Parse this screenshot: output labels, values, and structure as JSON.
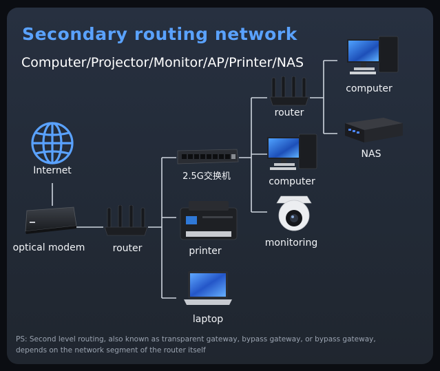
{
  "title": "Secondary routing network",
  "subtitle": "Computer/Projector/Monitor/AP/Printer/NAS",
  "labels": {
    "internet": "Internet",
    "optical_modem": "optical modem",
    "router_main": "router",
    "switch": "2.5G交换机",
    "printer": "printer",
    "laptop": "laptop",
    "router_secondary": "router",
    "computer_top": "computer",
    "nas": "NAS",
    "computer_mid": "computer",
    "monitoring": "monitoring"
  },
  "footnote": {
    "line1": "PS: Second level routing, also known as transparent gateway, bypass gateway, or bypass gateway,",
    "line2": "depends on the network segment of the router itself"
  },
  "colors": {
    "title": "#5aa2ff",
    "lines": "#cfd6df",
    "background": "#242c38"
  }
}
